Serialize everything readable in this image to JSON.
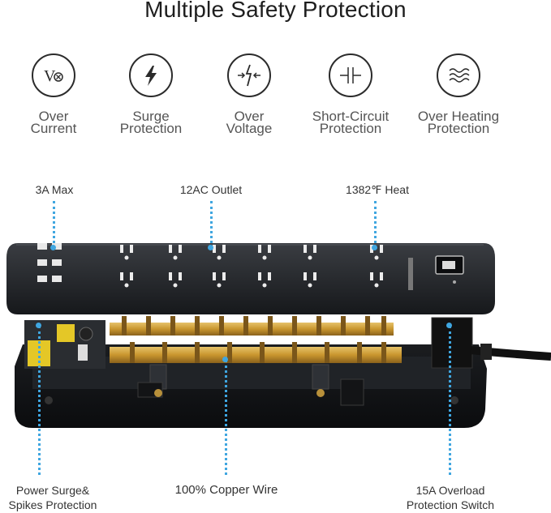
{
  "title": "Multiple Safety Protection",
  "features": [
    {
      "icon": "over-current-icon",
      "line1": "Over",
      "line2": "Current"
    },
    {
      "icon": "lightning-icon",
      "line1": "Surge",
      "line2": "Protection"
    },
    {
      "icon": "voltage-arrows-icon",
      "line1": "Over",
      "line2": "Voltage"
    },
    {
      "icon": "short-circuit-icon",
      "line1": "Short-Circuit",
      "line2": "Protection"
    },
    {
      "icon": "heat-waves-icon",
      "line1": "Over Heating",
      "line2": "Protection"
    }
  ],
  "callouts_top": {
    "max": "3A Max",
    "outlet": "12AC Outlet",
    "heat": "1382℉ Heat"
  },
  "callouts_bottom": {
    "surge_line1": "Power Surge&",
    "surge_line2": "Spikes Protection",
    "copper": "100% Copper Wire",
    "switch_line1": "15A Overload",
    "switch_line2": "Protection Switch"
  },
  "accent_color": "#3fa6e0"
}
